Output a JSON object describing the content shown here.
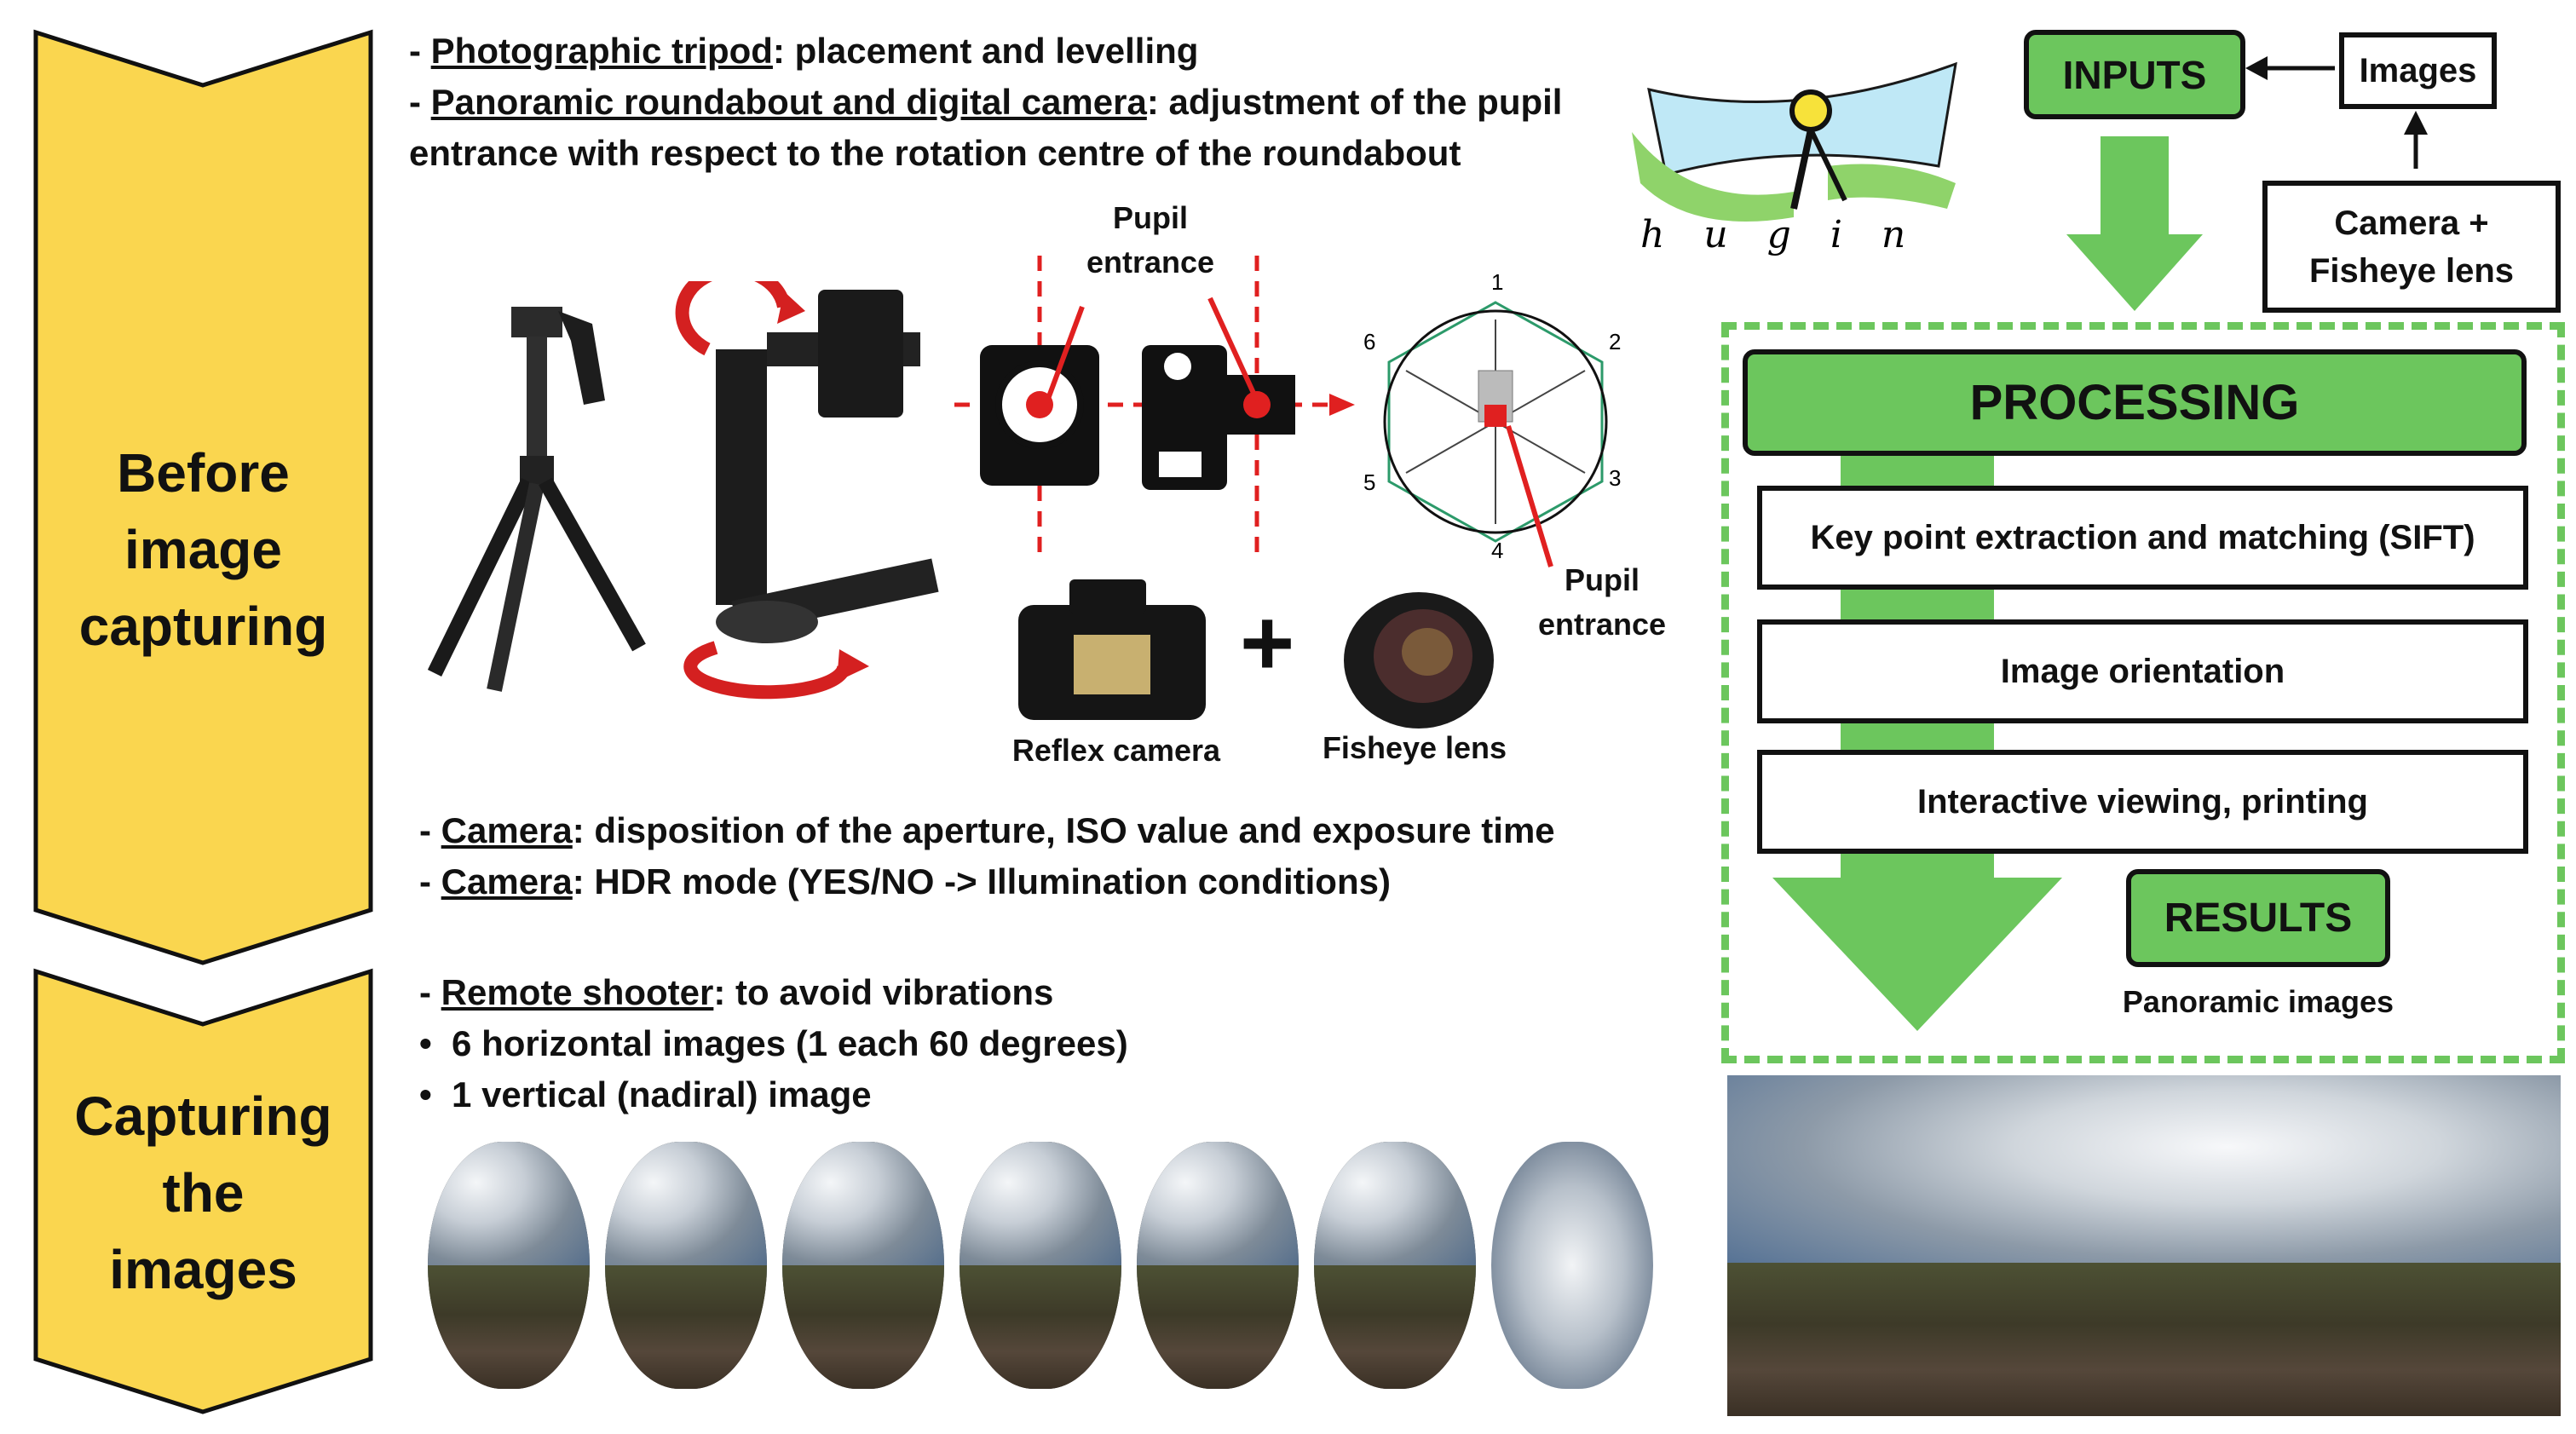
{
  "stages": {
    "before": "Before\nimage\ncapturing",
    "capturing": "Capturing\nthe\nimages"
  },
  "setup_notes": [
    {
      "term": "Photographic tripod",
      "text": ": placement and levelling"
    },
    {
      "term": "Panoramic roundabout and digital camera",
      "text": ": adjustment of the pupil"
    },
    {
      "term": "",
      "text": "entrance with respect to the rotation centre of the roundabout"
    }
  ],
  "camera_notes": [
    {
      "term": "Camera",
      "text": ":  disposition of the aperture, ISO value and exposure time"
    },
    {
      "term": "Camera",
      "text": ":  HDR mode (YES/NO -> Illumination conditions)"
    }
  ],
  "capture_notes": {
    "remote": {
      "term": "Remote shooter",
      "text": ": to avoid vibrations"
    },
    "bullets": [
      "6 horizontal images (1 each 60 degrees)",
      "1 vertical (nadiral) image"
    ]
  },
  "labels": {
    "pupil_top": "Pupil\nentrance",
    "pupil_right": "Pupil\nentrance",
    "reflex_camera": "Reflex camera",
    "fisheye_lens": "Fisheye lens",
    "plus": "+"
  },
  "rotation_diagram": {
    "positions": [
      "1",
      "2",
      "3",
      "4",
      "5",
      "6"
    ]
  },
  "logo_text": "hugin",
  "workflow": {
    "inputs": "INPUTS",
    "images": "Images",
    "camera_lens": "Camera +\nFisheye lens",
    "processing": "PROCESSING",
    "steps": [
      "Key point extraction and matching (SIFT)",
      "Image orientation",
      "Interactive viewing, printing"
    ],
    "results": "RESULTS",
    "results_caption": "Panoramic images"
  },
  "colors": {
    "chevron": "#fad64f",
    "green": "#6cc65d",
    "red": "#e02020"
  }
}
